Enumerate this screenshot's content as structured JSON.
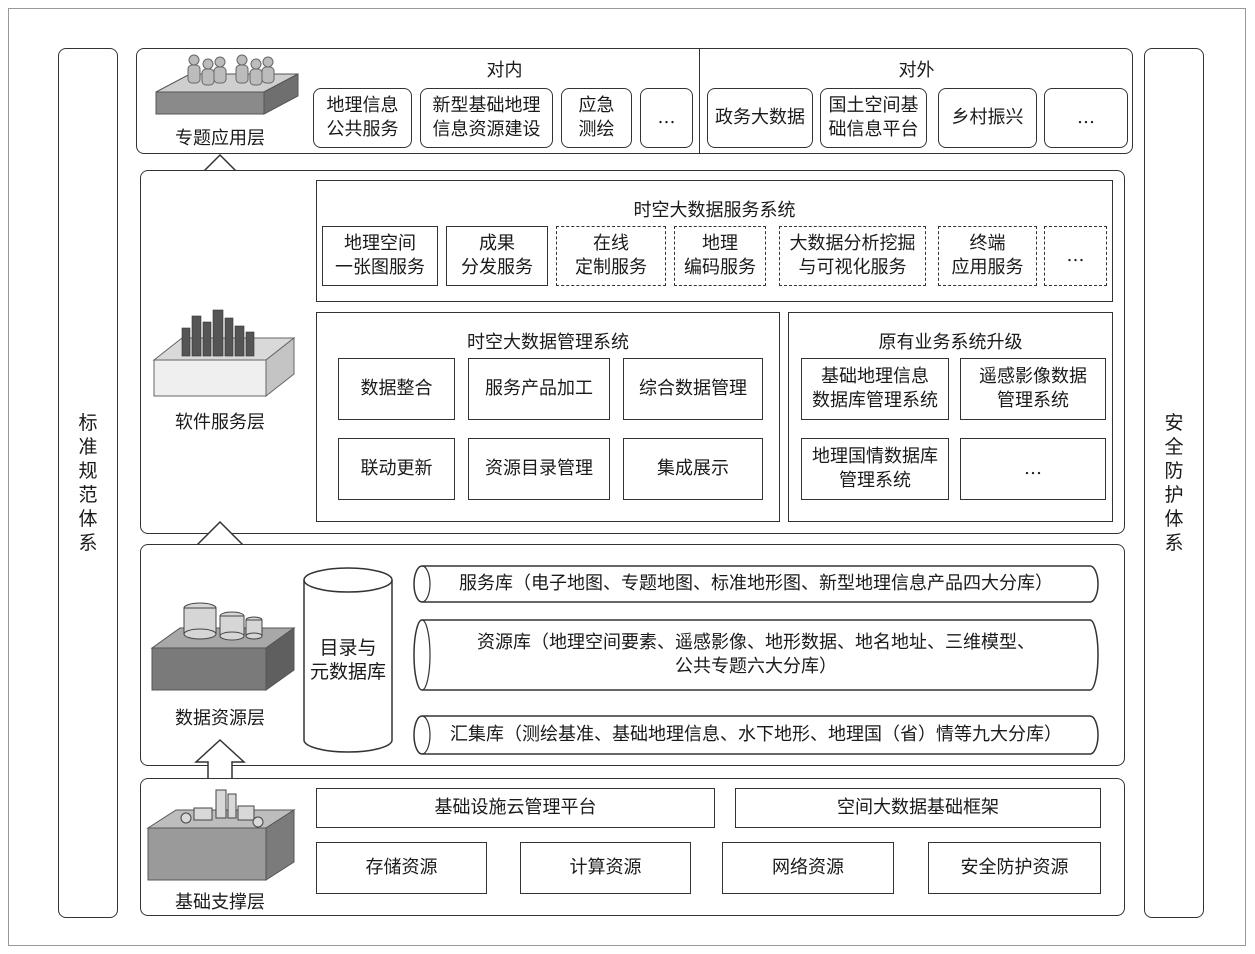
{
  "side": {
    "left": [
      "标",
      "准",
      "规",
      "范",
      "体",
      "系"
    ],
    "right": [
      "安",
      "全",
      "防",
      "护",
      "体",
      "系"
    ]
  },
  "layers": {
    "app": {
      "label": "专题应用层",
      "inner_title": "对内",
      "outer_title": "对外",
      "inner_items": [
        "地理信息\n公共服务",
        "新型基础地理\n信息资源建设",
        "应急\n测绘",
        "…"
      ],
      "outer_items": [
        "政务大数据",
        "国土空间基\n础信息平台",
        "乡村振兴",
        "…"
      ]
    },
    "software": {
      "label": "软件服务层",
      "service_title": "时空大数据服务系统",
      "services": [
        "地理空间\n一张图服务",
        "成果\n分发服务",
        "在线\n定制服务",
        "地理\n编码服务",
        "大数据分析挖掘\n与可视化服务",
        "终端\n应用服务",
        "…"
      ],
      "mgmt_title": "时空大数据管理系统",
      "mgmt": [
        "数据整合",
        "服务产品加工",
        "综合数据管理",
        "联动更新",
        "资源目录管理",
        "集成展示"
      ],
      "legacy_title": "原有业务系统升级",
      "legacy": [
        "基础地理信息\n数据库管理系统",
        "遥感影像数据\n管理系统",
        "地理国情数据库\n管理系统",
        "…"
      ]
    },
    "data": {
      "label": "数据资源层",
      "catalog": "目录与\n元数据库",
      "service_db": "服务库（电子地图、专题地图、标准地形图、新型地理信息产品四大分库）",
      "resource_db": "资源库（地理空间要素、遥感影像、地形数据、地名地址、三维模型、\n公共专题六大分库）",
      "collect_db": "汇集库（测绘基准、基础地理信息、水下地形、地理国（省）情等九大分库）"
    },
    "infra": {
      "label": "基础支撑层",
      "top": [
        "基础设施云管理平台",
        "空间大数据基础框架"
      ],
      "bottom": [
        "存储资源",
        "计算资源",
        "网络资源",
        "安全防护资源"
      ]
    }
  }
}
